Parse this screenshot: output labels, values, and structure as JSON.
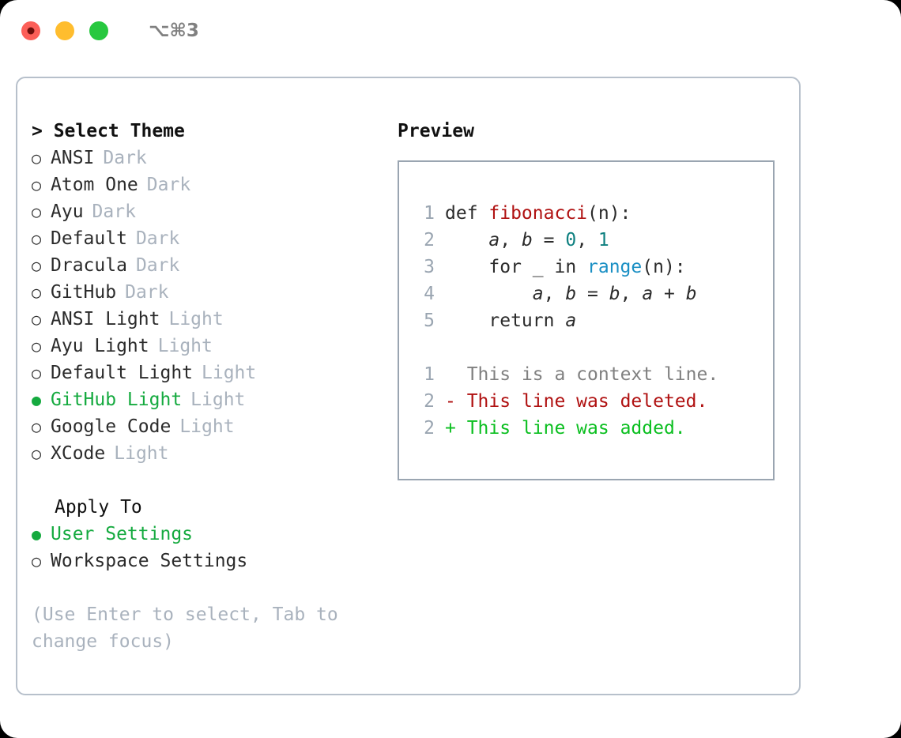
{
  "titlebar": {
    "shortcut": "⌥⌘3",
    "lights": [
      {
        "name": "close",
        "color": "#fc5f58"
      },
      {
        "name": "minimize",
        "color": "#ffbd2e"
      },
      {
        "name": "maximize",
        "color": "#27c83f"
      }
    ]
  },
  "left": {
    "header": "> Select Theme",
    "themes": [
      {
        "marker": "○",
        "name": "ANSI",
        "kind": "Dark",
        "selected": false
      },
      {
        "marker": "○",
        "name": "Atom One",
        "kind": "Dark",
        "selected": false
      },
      {
        "marker": "○",
        "name": "Ayu",
        "kind": "Dark",
        "selected": false
      },
      {
        "marker": "○",
        "name": "Default",
        "kind": "Dark",
        "selected": false
      },
      {
        "marker": "○",
        "name": "Dracula",
        "kind": "Dark",
        "selected": false
      },
      {
        "marker": "○",
        "name": "GitHub",
        "kind": "Dark",
        "selected": false
      },
      {
        "marker": "○",
        "name": "ANSI Light",
        "kind": "Light",
        "selected": false
      },
      {
        "marker": "○",
        "name": "Ayu Light",
        "kind": "Light",
        "selected": false
      },
      {
        "marker": "○",
        "name": "Default Light",
        "kind": "Light",
        "selected": false
      },
      {
        "marker": "●",
        "name": "GitHub Light",
        "kind": "Light",
        "selected": true
      },
      {
        "marker": "○",
        "name": "Google Code",
        "kind": "Light",
        "selected": false
      },
      {
        "marker": "○",
        "name": "XCode",
        "kind": "Light",
        "selected": false
      }
    ],
    "apply_to": {
      "title": "Apply To",
      "options": [
        {
          "marker": "●",
          "label": "User Settings",
          "selected": true
        },
        {
          "marker": "○",
          "label": "Workspace Settings",
          "selected": false
        }
      ]
    },
    "hint": "(Use Enter to select, Tab to change focus)"
  },
  "right": {
    "title": "Preview",
    "code_lines": [
      {
        "lineno": "1",
        "tokens": [
          {
            "text": "def ",
            "type": "kw"
          },
          {
            "text": "fibonacci",
            "type": "fn"
          },
          {
            "text": "(n):",
            "type": "plain"
          }
        ]
      },
      {
        "lineno": "2",
        "tokens": [
          {
            "text": "    ",
            "type": "plain"
          },
          {
            "text": "a",
            "type": "var"
          },
          {
            "text": ", ",
            "type": "plain"
          },
          {
            "text": "b",
            "type": "var"
          },
          {
            "text": " = ",
            "type": "plain"
          },
          {
            "text": "0",
            "type": "num"
          },
          {
            "text": ", ",
            "type": "plain"
          },
          {
            "text": "1",
            "type": "num"
          }
        ]
      },
      {
        "lineno": "3",
        "tokens": [
          {
            "text": "    for _ in ",
            "type": "plain"
          },
          {
            "text": "range",
            "type": "call"
          },
          {
            "text": "(n):",
            "type": "plain"
          }
        ]
      },
      {
        "lineno": "4",
        "tokens": [
          {
            "text": "        ",
            "type": "plain"
          },
          {
            "text": "a",
            "type": "var"
          },
          {
            "text": ", ",
            "type": "plain"
          },
          {
            "text": "b",
            "type": "var"
          },
          {
            "text": " = ",
            "type": "plain"
          },
          {
            "text": "b",
            "type": "var"
          },
          {
            "text": ", ",
            "type": "plain"
          },
          {
            "text": "a",
            "type": "var"
          },
          {
            "text": " + ",
            "type": "plain"
          },
          {
            "text": "b",
            "type": "var"
          }
        ]
      },
      {
        "lineno": "5",
        "tokens": [
          {
            "text": "    return ",
            "type": "plain"
          },
          {
            "text": "a",
            "type": "var"
          }
        ]
      }
    ],
    "diff_lines": [
      {
        "lineno": "1",
        "sign": " ",
        "text": " This is a context line.",
        "type": "ctx"
      },
      {
        "lineno": "2",
        "sign": "-",
        "text": " This line was deleted.",
        "type": "del"
      },
      {
        "lineno": "2",
        "sign": "+",
        "text": " This line was added.",
        "type": "add"
      }
    ]
  },
  "colors": {
    "accent_green": "#15aa3f",
    "diff_add": "#0bbf20",
    "diff_del": "#b01111",
    "muted": "#a9b2bd",
    "border": "#b7c0cb",
    "preview_border": "#9aa5b1",
    "syntax_function": "#b01111",
    "syntax_number": "#0e8080",
    "syntax_call": "#1a8fc4"
  }
}
